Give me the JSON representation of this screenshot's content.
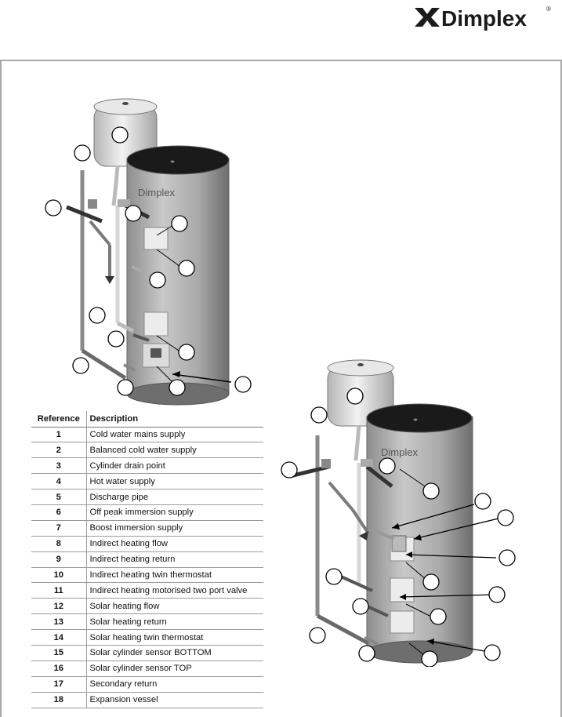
{
  "brand": {
    "name": "Dimplex",
    "registered_mark": "®"
  },
  "figures": {
    "top": {
      "cylinder_label": "Dimplex"
    },
    "bottom": {
      "cylinder_label": "Dimplex"
    }
  },
  "table": {
    "headers": {
      "reference": "Reference",
      "description": "Description"
    },
    "rows": [
      {
        "ref": "1",
        "desc": "Cold water mains supply"
      },
      {
        "ref": "2",
        "desc": "Balanced cold water supply"
      },
      {
        "ref": "3",
        "desc": "Cylinder drain point"
      },
      {
        "ref": "4",
        "desc": "Hot water supply"
      },
      {
        "ref": "5",
        "desc": "Discharge pipe"
      },
      {
        "ref": "6",
        "desc": "Off peak immersion supply"
      },
      {
        "ref": "7",
        "desc": "Boost immersion supply"
      },
      {
        "ref": "8",
        "desc": "Indirect heating flow"
      },
      {
        "ref": "9",
        "desc": "Indirect heating return"
      },
      {
        "ref": "10",
        "desc": "Indirect heating twin thermostat"
      },
      {
        "ref": "11",
        "desc": "Indirect heating motorised two port valve"
      },
      {
        "ref": "12",
        "desc": "Solar heating flow"
      },
      {
        "ref": "13",
        "desc": "Solar heating return"
      },
      {
        "ref": "14",
        "desc": "Solar heating twin thermostat"
      },
      {
        "ref": "15",
        "desc": "Solar cylinder sensor BOTTOM"
      },
      {
        "ref": "16",
        "desc": "Solar cylinder sensor TOP"
      },
      {
        "ref": "17",
        "desc": "Secondary return"
      },
      {
        "ref": "18",
        "desc": "Expansion vessel"
      }
    ]
  }
}
